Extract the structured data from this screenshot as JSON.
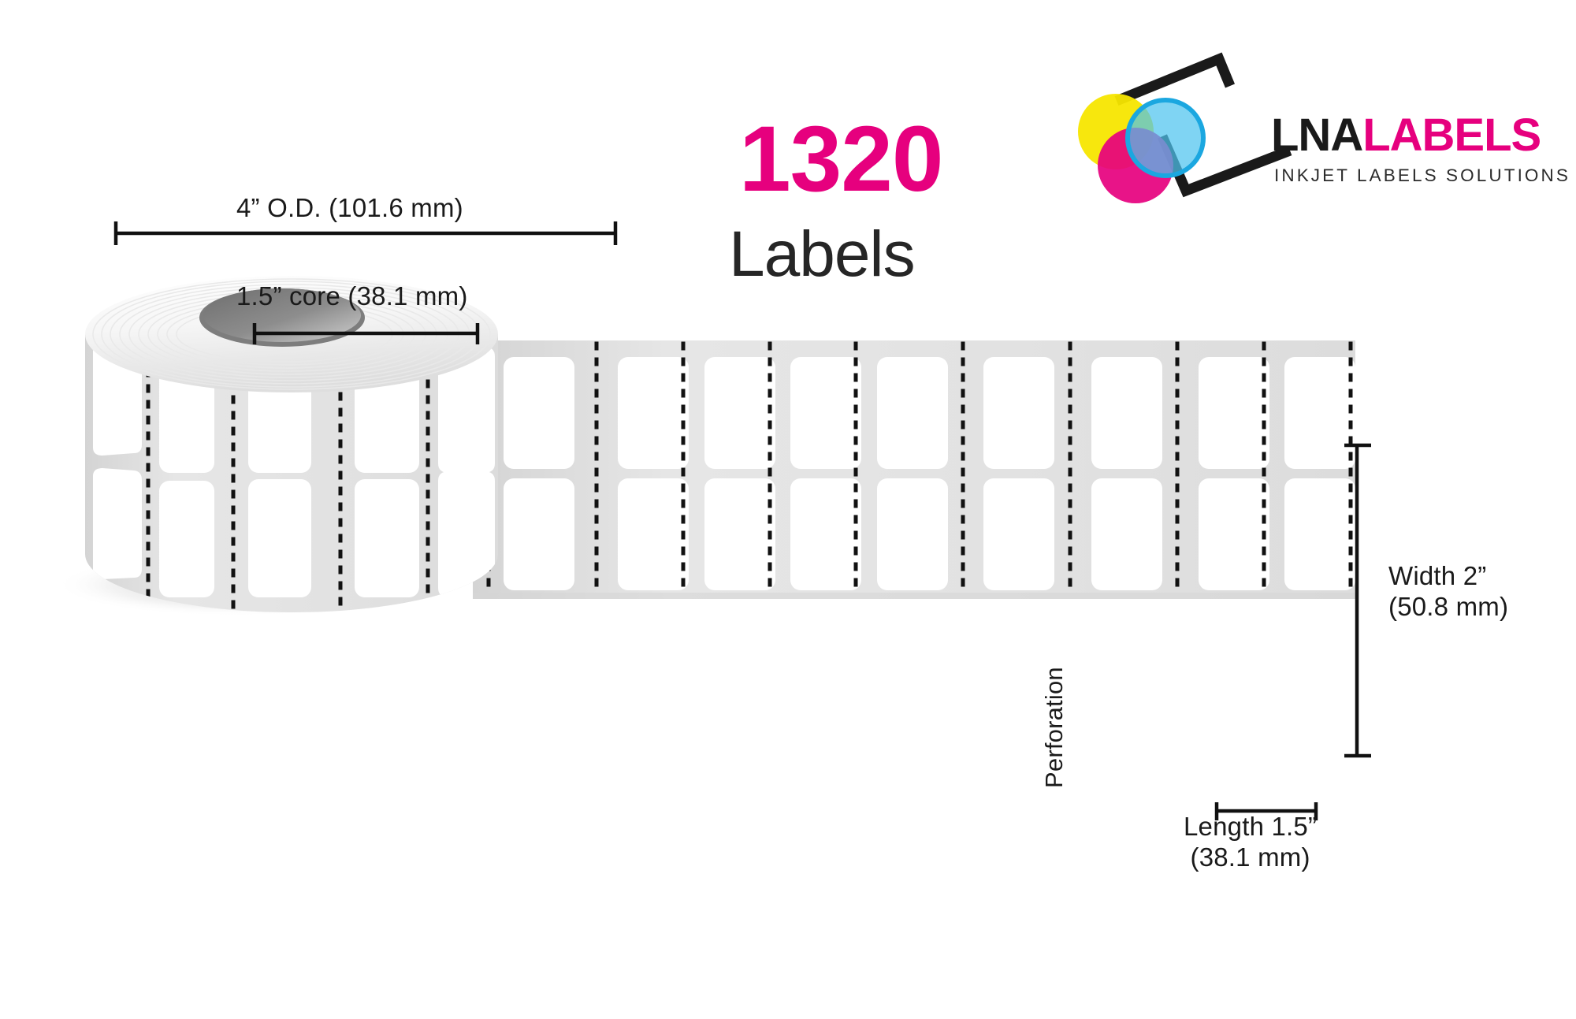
{
  "headline": {
    "count": "1320",
    "unit": "Labels"
  },
  "logo": {
    "brand_dark": "LNA",
    "brand_accent": "LABELS",
    "tagline": "INKJET LABELS SOLUTIONS",
    "colors": {
      "magenta": "#e6007e",
      "yellow": "#f7e600",
      "cyan": "#4ec3ef",
      "cyan_ring": "#1ba7e0",
      "dark": "#1a1a1a"
    }
  },
  "dimensions": {
    "outer_diameter": "4” O.D. (101.6 mm)",
    "core": "1.5” core (38.1 mm)",
    "width_line1": "Width 2”",
    "width_line2": "(50.8 mm)",
    "length_line1": "Length 1.5”",
    "length_line2": "(38.1 mm)",
    "perforation": "Perforation"
  },
  "artwork": {
    "liner_color": "#e2e2e2",
    "label_color": "#ffffff",
    "core_color": "#8a8a8a",
    "perforation_color": "#111111",
    "rows": 2,
    "columns_on_strip": 8
  }
}
